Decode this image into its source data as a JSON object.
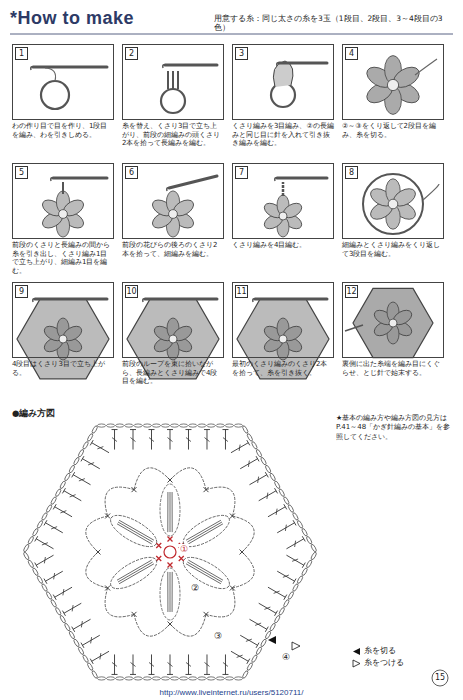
{
  "diagram": {
    "title": "*How to make",
    "nodes": [
      {
        "text": [
          "1",
          "わの作り目で目を作り、1段目を編み、わを引きしめる。"
        ]
      },
      {
        "text": [
          "2",
          "糸を替え、くさり3目で立ち上がり、前段の細編みの頭くさり2本を拾って長編みを編む。"
        ]
      },
      {
        "text": [
          "3",
          "くさり編みを3目編み、②の長編みと同じ目に針を入れて引き抜き編みを編む。"
        ]
      },
      {
        "text": [
          "4",
          "②～③をくり返して2段目を編み、糸を切る。"
        ]
      },
      {
        "text": [
          "5",
          "前段のくさりと長編みの間から糸を引き出し、くさり編み1目で立ち上がり、細編み1目を編む。"
        ]
      },
      {
        "text": [
          "6",
          "前段の花びらの後ろのくさり2本を拾って、細編みを編む。"
        ]
      },
      {
        "text": [
          "7",
          "くさり編みを4目編む。"
        ]
      },
      {
        "text": [
          "8",
          "細編みとくさり編みをくり返して3段目を編む。"
        ]
      },
      {
        "text": [
          "9",
          "4段目はくさり3目で立ち上がる。"
        ]
      },
      {
        "text": [
          "10",
          "前段のループを束に拾いながら、長編みとくさり編みで4段目を編む。"
        ]
      },
      {
        "text": [
          "11",
          "最初のくさり編みのくさり2本を拾って、糸を引き抜く。"
        ]
      },
      {
        "text": [
          "12",
          "裏側に出た糸端を編み目にくぐらせ、とじ針で始末する。"
        ]
      }
    ],
    "labels": [
      "用意する糸：同じ太さの糸を3玉（1段目、2段目、3～4段目の3色）",
      "●編み方図",
      "★基本の編み方や編み方図の見方はP.41～48「かぎ針編みの基本」を参照してください。",
      "①",
      "②",
      "③",
      "④",
      "15",
      "http://www.liveinternet.ru/users/5120711/"
    ],
    "legend": [
      {
        "text": "糸を切る"
      },
      {
        "text": "糸をつける"
      }
    ]
  }
}
